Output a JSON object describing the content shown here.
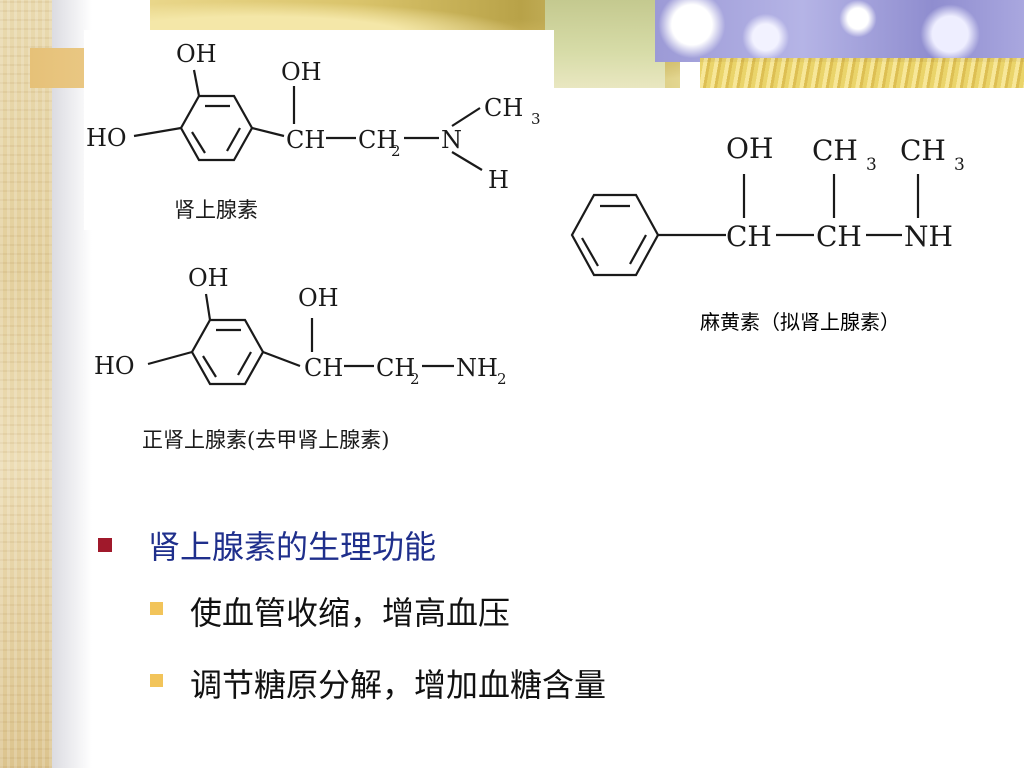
{
  "molecules": {
    "adrenaline": {
      "atoms": {
        "oh_ring": "OH",
        "oh_chain": "OH",
        "ho": "HO",
        "ch": "CH",
        "ch2": "CH",
        "ch2_sub": "2",
        "n": "N",
        "ch3": "CH",
        "ch3_sub": "3",
        "h": "H"
      },
      "name": "肾上腺素"
    },
    "noradrenaline": {
      "atoms": {
        "oh_ring": "OH",
        "oh_chain": "OH",
        "ho": "HO",
        "ch": "CH",
        "ch2": "CH",
        "ch2_sub": "2",
        "nh2": "NH",
        "nh2_sub": "2"
      },
      "name": "正肾上腺素(去甲肾上腺素)"
    },
    "ephedrine": {
      "atoms": {
        "oh": "OH",
        "ch3": "CH",
        "ch3_sub": "3",
        "ch3_n": "CH",
        "ch3_n_sub": "3",
        "ch_a": "CH",
        "ch_b": "CH",
        "nh": "NH"
      },
      "name": "麻黄素（拟肾上腺素）"
    }
  },
  "bullets": {
    "main": "肾上腺素的生理功能",
    "sub": [
      "使血管收缩，增高血压",
      "调节糖原分解，增加血糖含量"
    ]
  },
  "colors": {
    "main_bullet": "#a0192b",
    "sub_bullet": "#f2c45a",
    "main_text": "#1f2f8c"
  }
}
